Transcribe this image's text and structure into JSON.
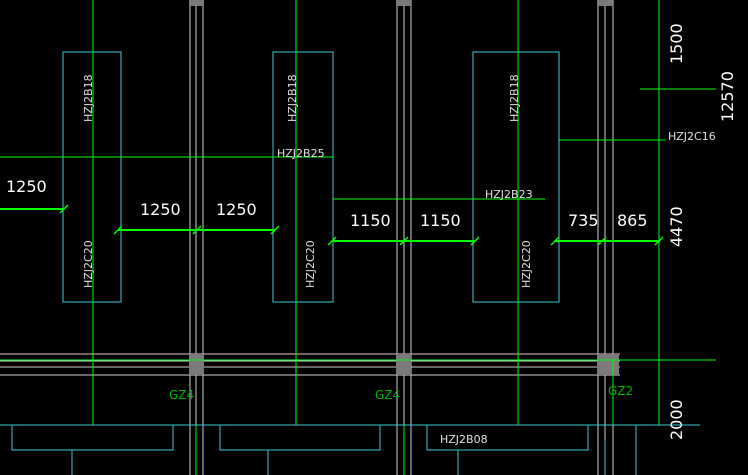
{
  "colors": {
    "background": "#000000",
    "wall": "#cfcfcf",
    "cyan": "#3fc8d8",
    "green": "#00ff00",
    "dimension_text": "#ffffff",
    "label_text": "#e0e0e0",
    "column_label": "#00b400",
    "column_fill": "#7a7a7a"
  },
  "dimensions": {
    "d1250_left": "1250",
    "d1250_a": "1250",
    "d1250_b": "1250",
    "d1150_a": "1150",
    "d1150_b": "1150",
    "d735": "735",
    "d865": "865",
    "d1500": "1500",
    "d12570": "12570",
    "d4470": "4470",
    "d2000": "2000"
  },
  "labels": {
    "hzj2b18_1": "HZJ2B18",
    "hzj2b18_2": "HZJ2B18",
    "hzj2b18_3": "HZJ2B18",
    "hzj2c20_1": "HZJ2C20",
    "hzj2c20_2": "HZJ2C20",
    "hzj2c20_3": "HZJ2C20",
    "hzj2b25": "HZJ2B25",
    "hzj2b23": "HZJ2B23",
    "hzj2c16": "HZJ2C16",
    "hzj2b08": "HZJ2B08"
  },
  "columns": {
    "gz4_1": "GZ4",
    "gz4_2": "GZ4",
    "gz2": "GZ2"
  }
}
